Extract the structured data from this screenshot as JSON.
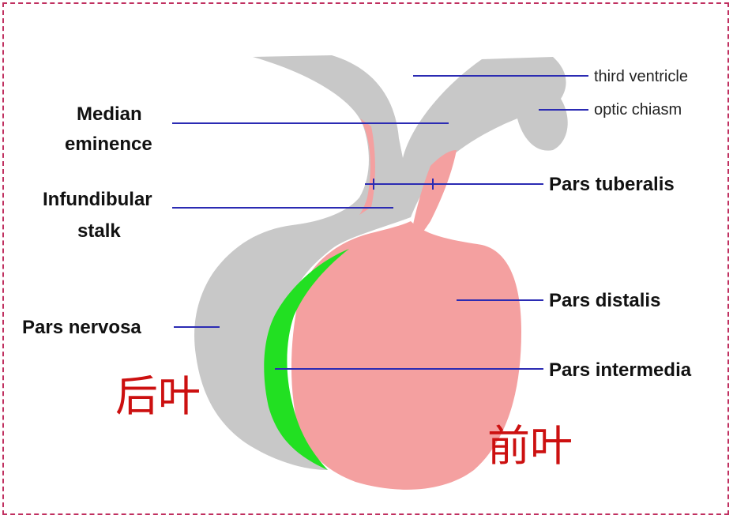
{
  "labels": {
    "third_ventricle": "third ventricle",
    "optic_chiasm": "optic chiasm",
    "median_eminence_1": "Median",
    "median_eminence_2": "eminence",
    "infundibular_stalk_1": "Infundibular",
    "infundibular_stalk_2": "stalk",
    "pars_tuberalis": "Pars tuberalis",
    "pars_distalis": "Pars distalis",
    "pars_nervosa": "Pars nervosa",
    "pars_intermedia": "Pars intermedia",
    "posterior_lobe_cn": "后叶",
    "anterior_lobe_cn": "前叶"
  },
  "colors": {
    "neural_tissue": "#c8c8c8",
    "adenohypophysis": "#f4a0a0",
    "pars_intermedia": "#22e022",
    "leader_lines": "#2b2bb3",
    "chinese_labels": "#cc1010",
    "frame_border": "#c03060"
  }
}
